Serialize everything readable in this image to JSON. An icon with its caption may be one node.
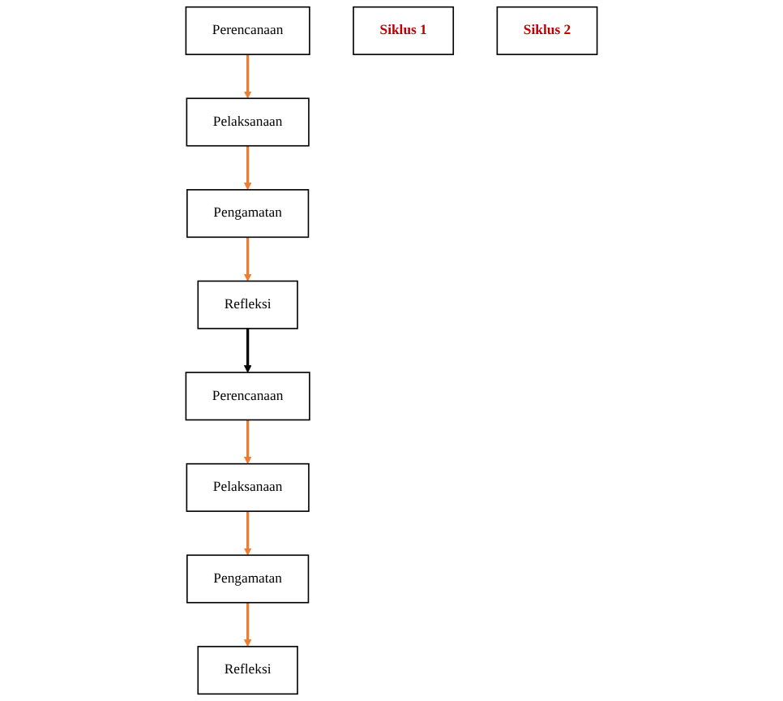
{
  "diagram": {
    "nodes": [
      {
        "text": [
          "Perencanaan"
        ]
      },
      {
        "text": [
          "Refleksi"
        ]
      },
      {
        "text": [
          "Siklus 1"
        ]
      },
      {
        "text": [
          "Pelaksanaan"
        ]
      },
      {
        "text": [
          "Pengamatan"
        ]
      },
      {
        "text": [
          "Perencanaan"
        ]
      },
      {
        "text": [
          "Refleksi"
        ]
      },
      {
        "text": [
          "Siklus 2"
        ]
      },
      {
        "text": [
          "Pelaksanaan"
        ]
      },
      {
        "text": [
          "Pengamatan"
        ]
      }
    ],
    "edges": [
      {
        "from": 0,
        "to": 3,
        "arrow": "to"
      },
      {
        "from": 3,
        "to": 4,
        "arrow": "to"
      },
      {
        "from": 4,
        "to": 1,
        "arrow": "to"
      },
      {
        "from": 1,
        "to": 5,
        "arrow": "to",
        "color": "#000000"
      },
      {
        "from": 5,
        "to": 8,
        "arrow": "to"
      },
      {
        "from": 8,
        "to": 9,
        "arrow": "to"
      },
      {
        "from": 9,
        "to": 6,
        "arrow": "to"
      }
    ]
  }
}
